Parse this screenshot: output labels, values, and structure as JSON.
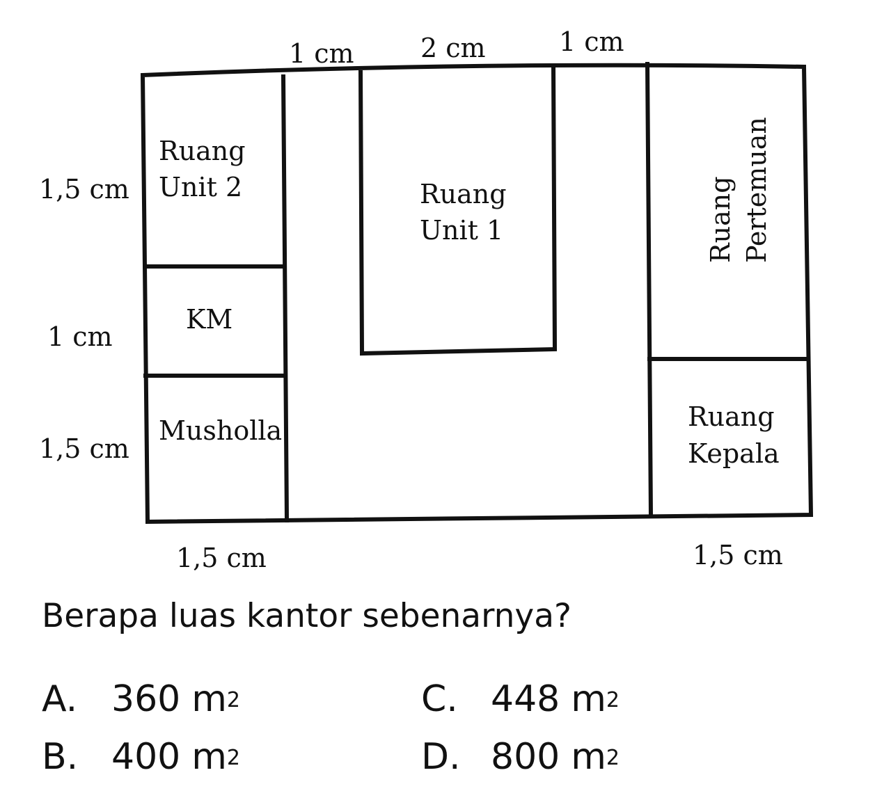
{
  "dimensions": {
    "top": [
      "1 cm",
      "2 cm",
      "1 cm"
    ],
    "left": [
      "1,5 cm",
      "1 cm",
      "1,5 cm"
    ],
    "bottom": [
      "1,5 cm",
      "1,5 cm"
    ]
  },
  "rooms": {
    "unit2": [
      "Ruang",
      "Unit 2"
    ],
    "km": "KM",
    "musholla": "Musholla",
    "unit1": [
      "Ruang",
      "Unit 1"
    ],
    "pertemuan": [
      "Ruang",
      "Pertemuan"
    ],
    "kepala": [
      "Ruang",
      "Kepala"
    ]
  },
  "question": "Berapa luas kantor sebenarnya?",
  "options": [
    {
      "letter": "A.",
      "value": "360",
      "unit": "m",
      "exp": "2"
    },
    {
      "letter": "B.",
      "value": "400",
      "unit": "m",
      "exp": "2"
    },
    {
      "letter": "C.",
      "value": "448",
      "unit": "m",
      "exp": "2"
    },
    {
      "letter": "D.",
      "value": "800",
      "unit": "m",
      "exp": "2"
    }
  ]
}
